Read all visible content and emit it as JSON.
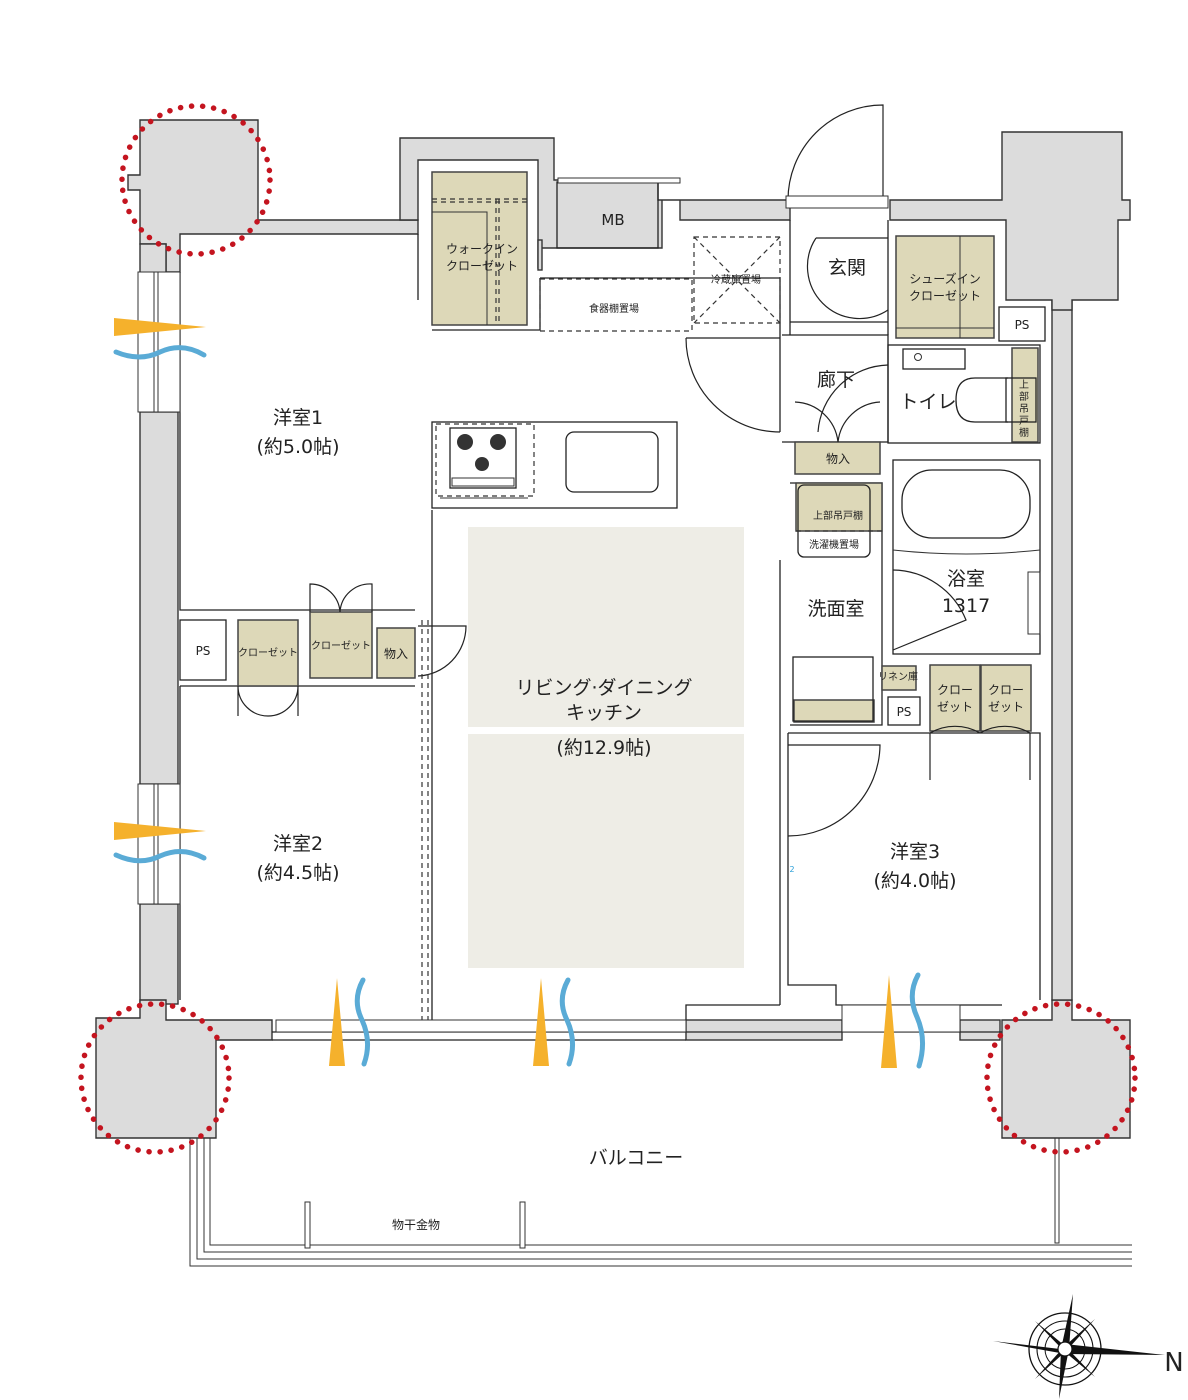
{
  "plan": {
    "rooms": {
      "western1": {
        "name": "洋室1",
        "size": "(約5.0帖)"
      },
      "western2": {
        "name": "洋室2",
        "size": "(約4.5帖)"
      },
      "western3": {
        "name": "洋室3",
        "size": "(約4.0帖)"
      },
      "ldk": {
        "line1": "リビング·ダイニング",
        "line2": "キッチン",
        "size": "(約12.9帖)"
      },
      "entrance": "玄関",
      "hallway": "廊下",
      "toilet": "トイレ",
      "washroom": "洗面室",
      "bathroom": {
        "name": "浴室",
        "size": "1317"
      },
      "balcony": "バルコニー"
    },
    "storage": {
      "walk_in_closet": {
        "line1": "ウォークイン",
        "line2": "クローゼット"
      },
      "shoes_in_closet": {
        "line1": "シューズイン",
        "line2": "クローゼット"
      },
      "closet": "クローゼット",
      "closet_split": {
        "line1": "クロー",
        "line2": "ゼット"
      },
      "storage": "物入",
      "upper_cabinet": "上部吊戸棚",
      "toilet_upper_cabinet": [
        "上",
        "部",
        "吊",
        "戸",
        "棚"
      ],
      "linen": "リネン庫"
    },
    "fixtures": {
      "mb": "MB",
      "ps": "PS",
      "fridge_space": "冷蔵庫置場",
      "cupboard_space": "食器棚置場",
      "washer_space": "洗濯機置場",
      "clothes_hanger": "物干金物",
      "marker_2": "2"
    },
    "compass": {
      "north_label": "N"
    }
  },
  "colors": {
    "wall": "#dcdcdc",
    "closet": "#ddd8b8",
    "ldk_floor": "#eeede6",
    "column_marker": "#c4141f",
    "sunlight": "#f5b12c",
    "ventilation": "#5aabd6",
    "marker_text": "#2a9fd8"
  }
}
